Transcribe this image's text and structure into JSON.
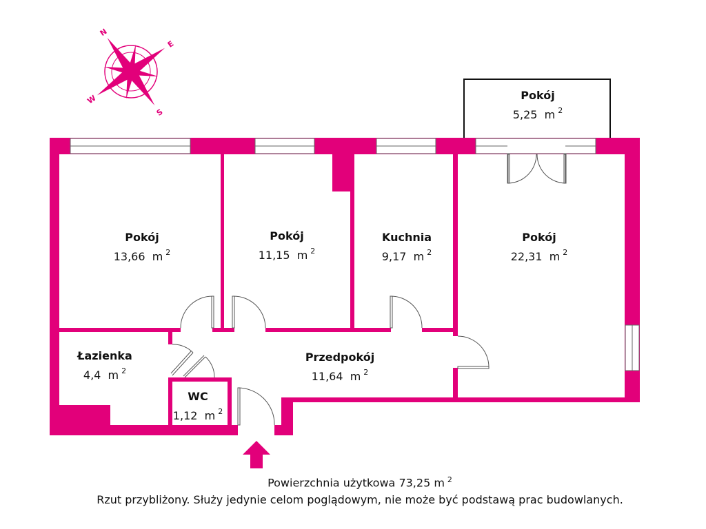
{
  "colors": {
    "wall": "#e2007a",
    "outline": "#111111"
  },
  "compass": {
    "n": "N",
    "e": "E",
    "s": "S",
    "w": "W"
  },
  "rooms": [
    {
      "name": "Pokój",
      "area": "13,66",
      "unit": "m",
      "exp": "2"
    },
    {
      "name": "Pokój",
      "area": "11,15",
      "unit": "m",
      "exp": "2"
    },
    {
      "name": "Kuchnia",
      "area": "9,17",
      "unit": "m",
      "exp": "2"
    },
    {
      "name": "Pokój",
      "area": "22,31",
      "unit": "m",
      "exp": "2"
    },
    {
      "name": "Pokój",
      "area": "5,25",
      "unit": "m",
      "exp": "2"
    },
    {
      "name": "Łazienka",
      "area": "4,4",
      "unit": "m",
      "exp": "2"
    },
    {
      "name": "WC",
      "area": "1,12",
      "unit": "m",
      "exp": "2"
    },
    {
      "name": "Przedpokój",
      "area": "11,64",
      "unit": "m",
      "exp": "2"
    }
  ],
  "footer": {
    "total": "Powierzchnia użytkowa 73,25 m",
    "total_exp": "2",
    "disclaimer": "Rzut przybliżony. Służy jedynie celom poglądowym, nie może być podstawą prac budowlanych."
  }
}
